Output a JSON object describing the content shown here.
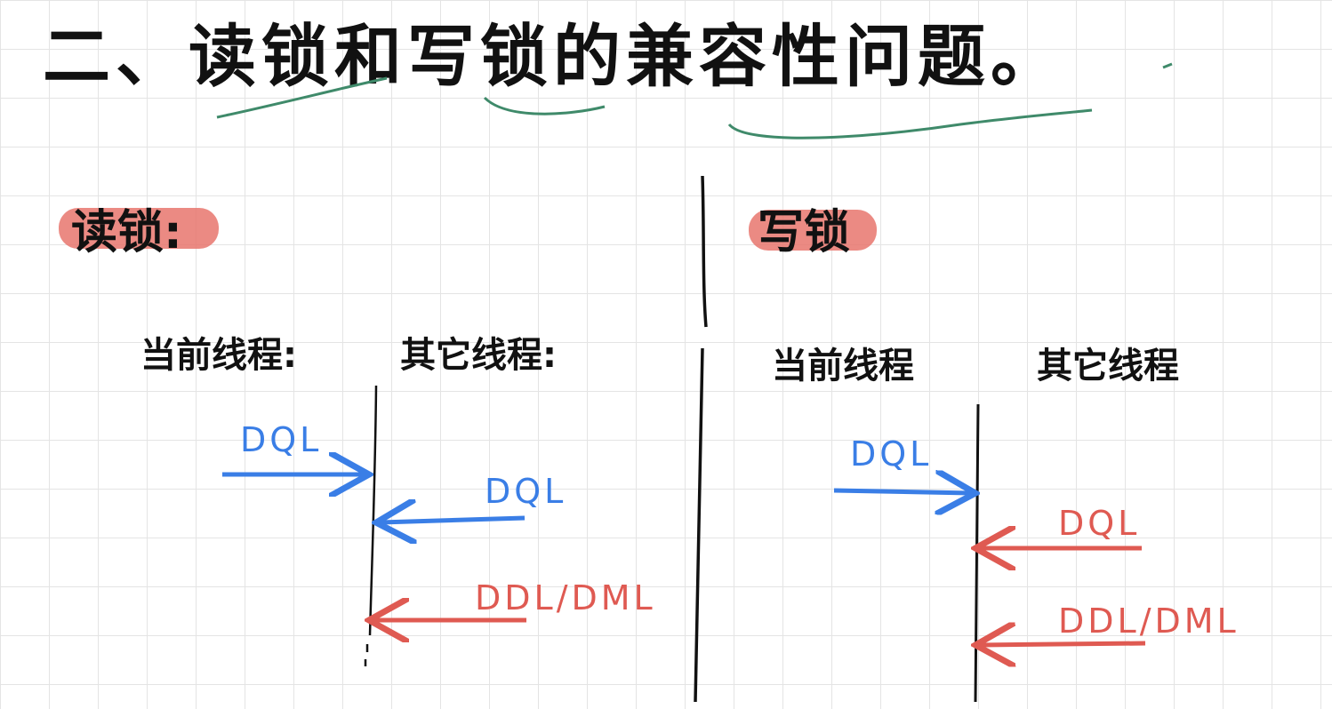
{
  "title": "二、读锁和写锁的兼容性问题。",
  "left": {
    "section_label": "读锁:",
    "current_thread": "当前线程:",
    "other_thread": "其它线程:",
    "msg_current": "DQL",
    "msg_other_compatible": "DQL",
    "msg_other_blocked": "DDL/DML"
  },
  "right": {
    "section_label": "写锁",
    "current_thread": "当前线程",
    "other_thread": "其它线程",
    "msg_current": "DQL",
    "msg_other_blocked_1": "DQL",
    "msg_other_blocked_2": "DDL/DML"
  },
  "colors": {
    "ink": "#111111",
    "blue": "#3a7ee6",
    "red": "#df5a52",
    "highlight": "#e8756d",
    "underline_green": "#3f8a6a",
    "grid": "#e4e4e4"
  }
}
